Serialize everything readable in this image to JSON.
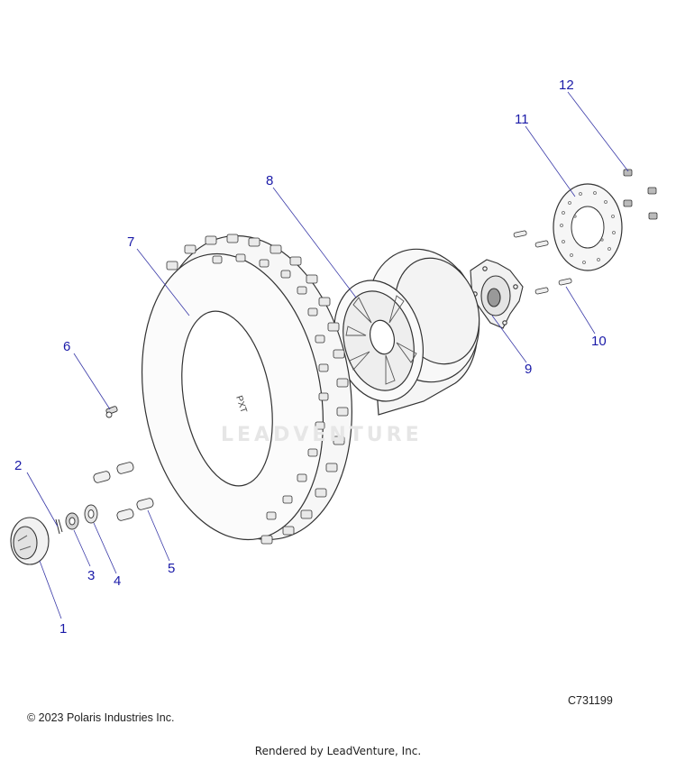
{
  "watermark": "LEADVENTURE",
  "copyright": "© 2023 Polaris Industries Inc.",
  "diagram_code": "C731199",
  "rendered_by": "Rendered by LeadVenture, Inc.",
  "tire_brand": "PXT",
  "callouts": [
    "1",
    "2",
    "3",
    "4",
    "5",
    "6",
    "7",
    "8",
    "9",
    "10",
    "11",
    "12"
  ],
  "colors": {
    "callout": "#1a1aa8",
    "leader": "#3a3aa8",
    "line": "#333333"
  }
}
